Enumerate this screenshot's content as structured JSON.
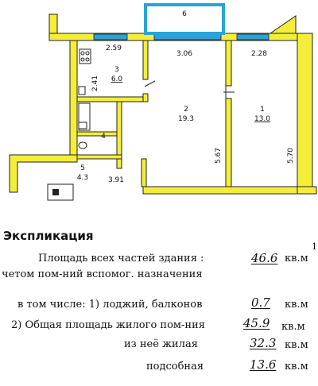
{
  "plan": {
    "balcony": {
      "number": "6"
    },
    "rooms": [
      {
        "key": "room1",
        "number": "1",
        "area": "13.0"
      },
      {
        "key": "room2",
        "number": "2",
        "area": "19.3"
      },
      {
        "key": "room3",
        "number": "3",
        "area": "6.0"
      },
      {
        "key": "room4",
        "number": "4"
      },
      {
        "key": "room5",
        "number": "5",
        "area": "4.3"
      }
    ],
    "dimensions": [
      "2.59",
      "3.06",
      "2.28",
      "2.41",
      "5.67",
      "5.70",
      "3.91"
    ]
  },
  "explication": {
    "title": "Экспликация",
    "line1_text": "Площадь всех частей здания :",
    "line1_value": "46.6",
    "line1_unit": "кв.м",
    "line2_text": "четом пом-ний вспомог. назначения",
    "line3_text": "в том числе: 1) лоджий, балконов",
    "line3_value": "0.7",
    "line3_unit": "кв.м",
    "line4_text": "2) Общая площадь жилого пом-ния",
    "line4_value": "45.9",
    "line4_unit": "кв.м",
    "line5_text": "из неё жилая",
    "line5_value": "32.3",
    "line5_unit": "кв.м",
    "line6_text": "подсобная",
    "line6_value": "13.6",
    "line6_unit": "кв.м",
    "edge_mark": "1"
  },
  "colors": {
    "wall": "#f4ee3a",
    "wall_outline": "#222222",
    "window": "#2aa3d8",
    "stair": "#ffffff"
  }
}
